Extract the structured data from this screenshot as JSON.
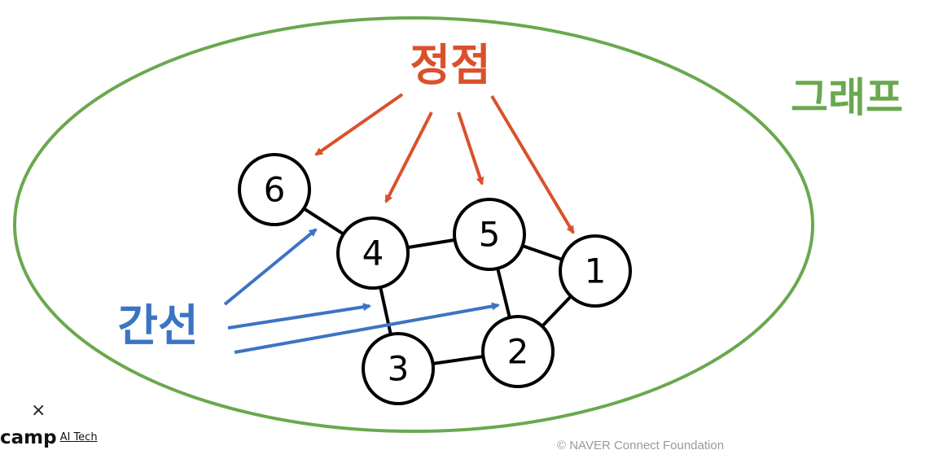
{
  "labels": {
    "vertex": "정점",
    "edge": "간선",
    "graph": "그래프"
  },
  "nodes": [
    {
      "id": "6",
      "label": "6"
    },
    {
      "id": "4",
      "label": "4"
    },
    {
      "id": "5",
      "label": "5"
    },
    {
      "id": "1",
      "label": "1"
    },
    {
      "id": "3",
      "label": "3"
    },
    {
      "id": "2",
      "label": "2"
    }
  ],
  "edges": [
    {
      "from": "6",
      "to": "4"
    },
    {
      "from": "4",
      "to": "5"
    },
    {
      "from": "5",
      "to": "1"
    },
    {
      "from": "4",
      "to": "3"
    },
    {
      "from": "3",
      "to": "2"
    },
    {
      "from": "5",
      "to": "2"
    },
    {
      "from": "2",
      "to": "1"
    }
  ],
  "colors": {
    "vertex": "#d9512c",
    "edge": "#3c74c4",
    "graph": "#6aa84f",
    "node_stroke": "#000000"
  },
  "footer": {
    "close_symbol": "×",
    "logo_main": "camp",
    "logo_sub": "AI Tech",
    "copyright": "© NAVER Connect Foundation"
  }
}
